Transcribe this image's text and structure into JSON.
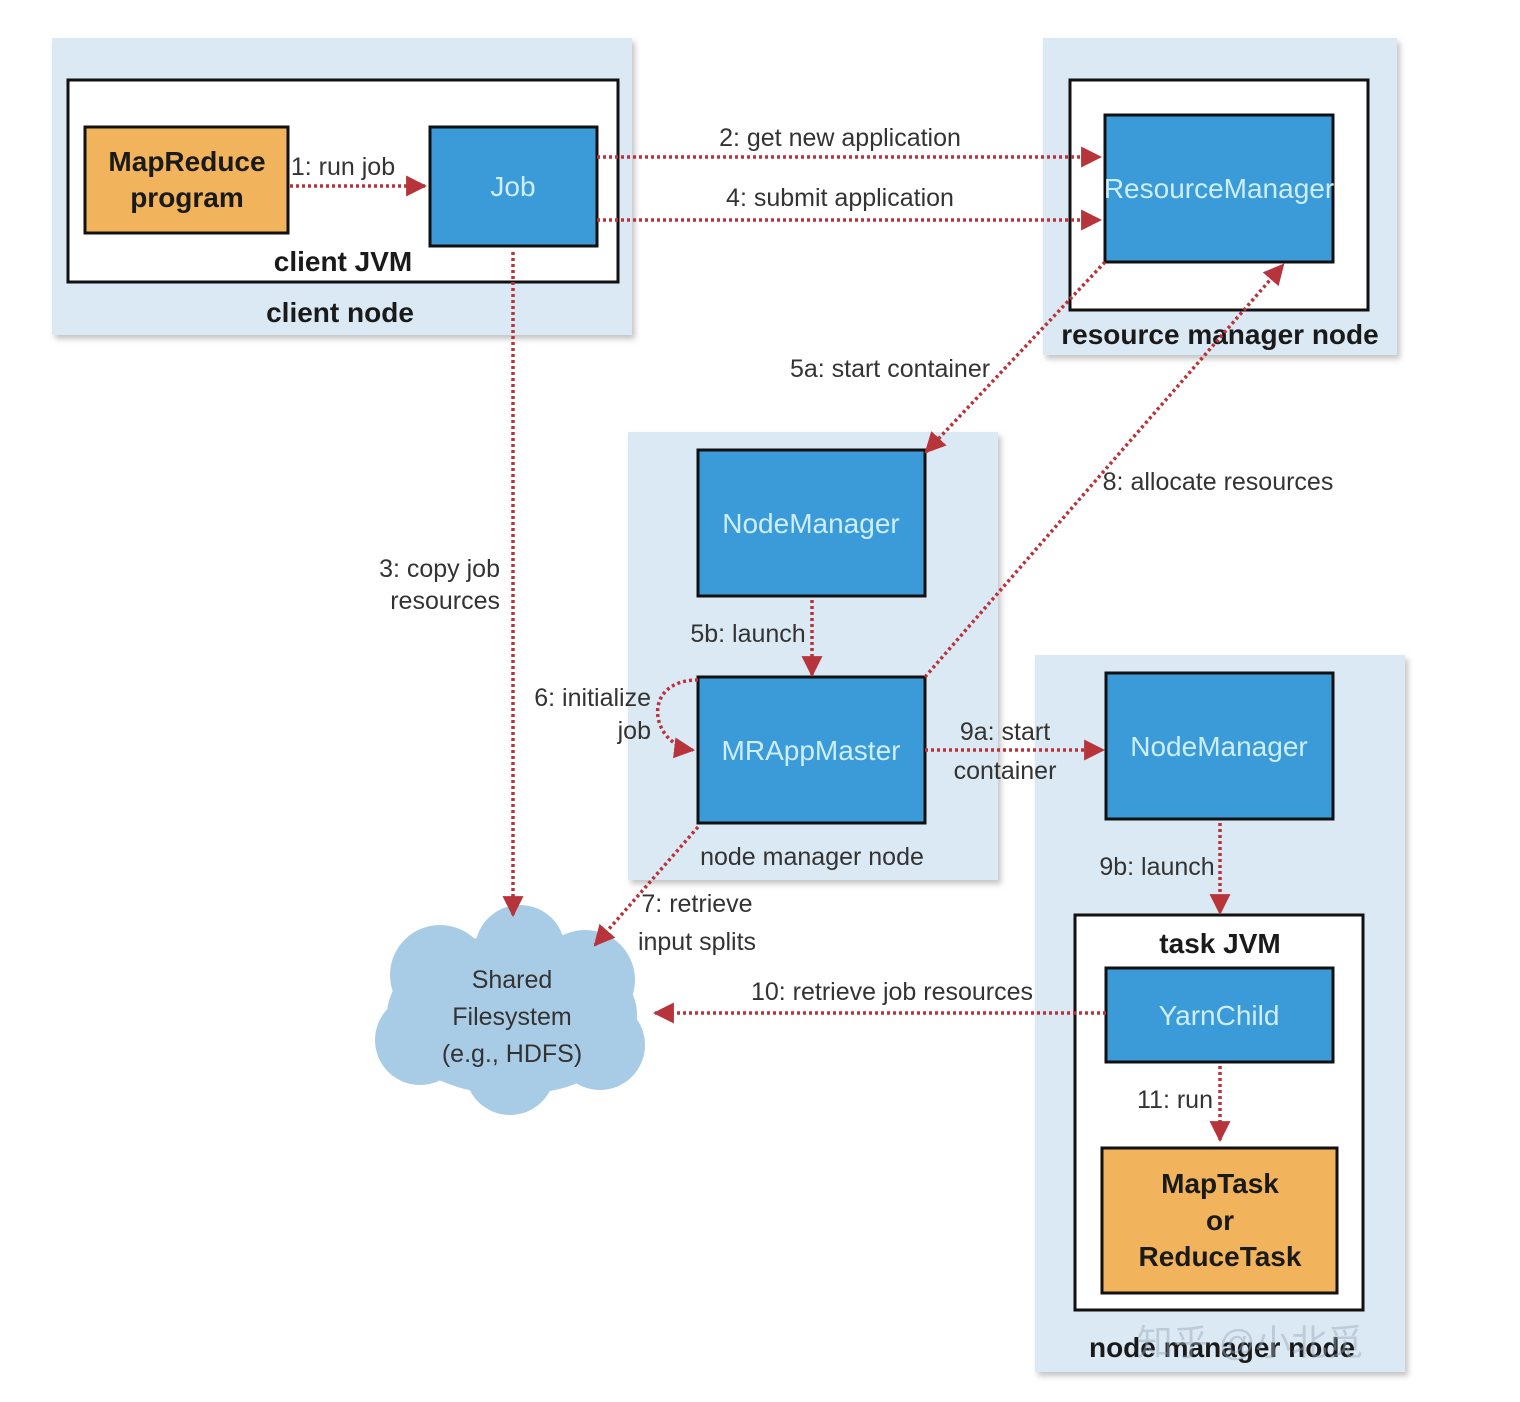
{
  "colors": {
    "panel": "#dbe9f4",
    "blue_box": "#3b9ad8",
    "orange_box": "#f1b45c",
    "arrow": "#b8343b"
  },
  "nodes": {
    "client_node": "client node",
    "client_jvm": "client JVM",
    "mapreduce_program": [
      "MapReduce",
      "program"
    ],
    "job": "Job",
    "resource_manager_node": "resource manager node",
    "resource_manager": "ResourceManager",
    "node_manager_node_1": "node manager node",
    "node_manager_1": "NodeManager",
    "mrappmaster": "MRAppMaster",
    "node_manager_node_2": "node manager node",
    "node_manager_2": "NodeManager",
    "task_jvm": "task JVM",
    "yarnchild": "YarnChild",
    "task": [
      "MapTask",
      "or",
      "ReduceTask"
    ],
    "shared_fs": [
      "Shared",
      "Filesystem",
      "(e.g., HDFS)"
    ]
  },
  "edges": {
    "e1": "1: run job",
    "e2": "2: get new application",
    "e3": [
      "3: copy job",
      "resources"
    ],
    "e4": "4: submit application",
    "e5a": "5a: start container",
    "e5b": "5b: launch",
    "e6": [
      "6: initialize",
      "job"
    ],
    "e7": [
      "7: retrieve",
      "input splits"
    ],
    "e8": "8: allocate resources",
    "e9a": [
      "9a: start",
      "container"
    ],
    "e9b": "9b: launch",
    "e10": "10: retrieve job resources",
    "e11": "11: run"
  },
  "watermark": "知乎 @小北觅"
}
